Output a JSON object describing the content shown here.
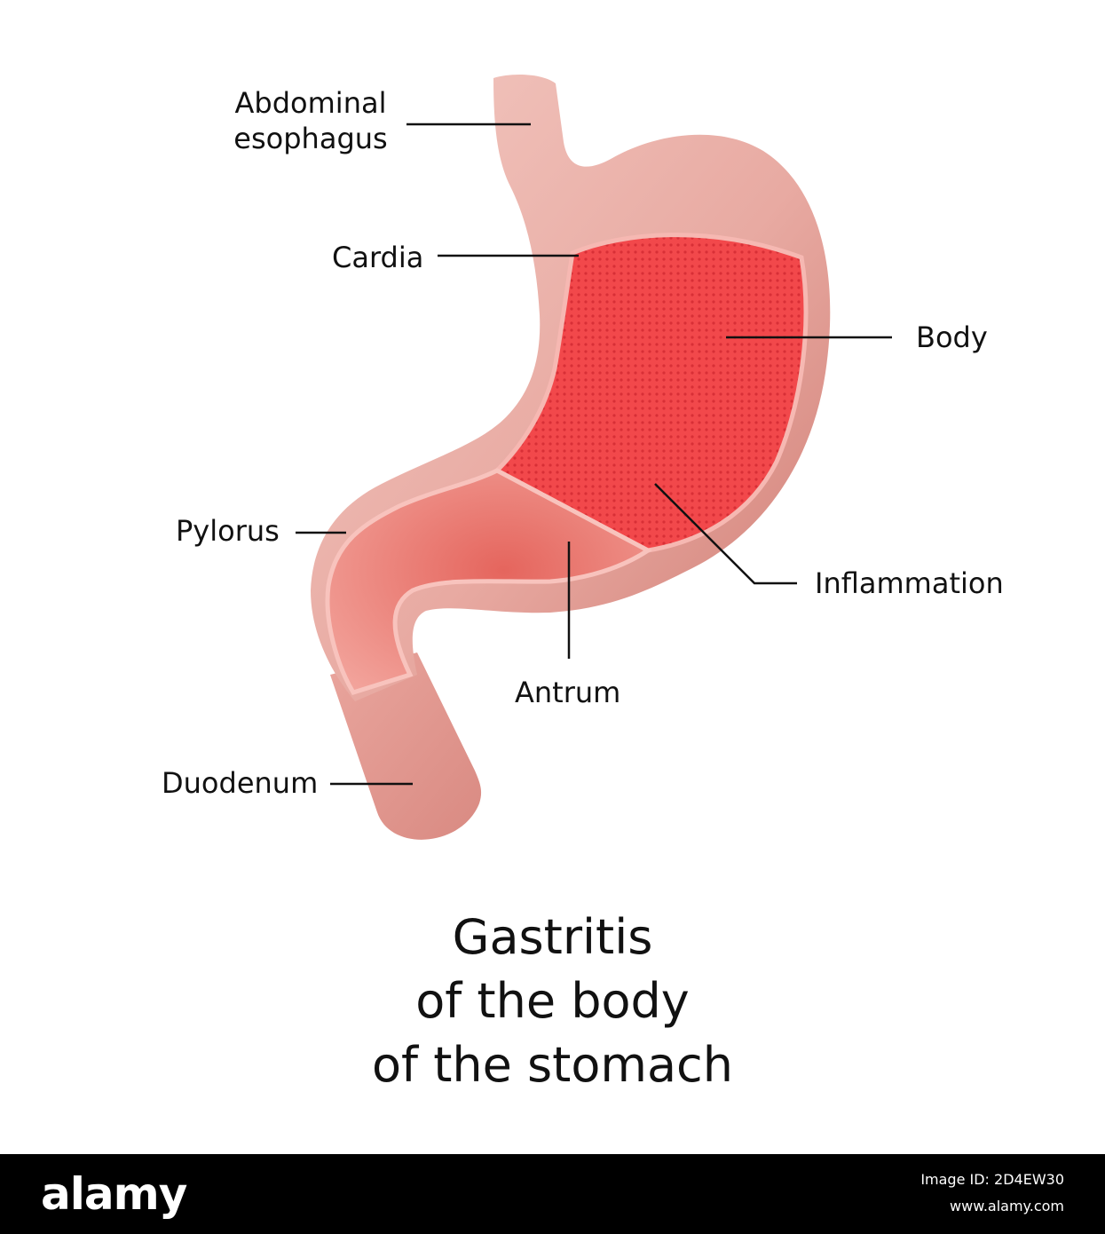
{
  "labels": {
    "abdominal_esophagus": [
      "Abdominal",
      "esophagus"
    ],
    "cardia": "Cardia",
    "body": "Body",
    "pylorus": "Pylorus",
    "inflammation": "Inflammation",
    "antrum": "Antrum",
    "duodenum": "Duodenum"
  },
  "title": [
    "Gastritis",
    "of the body",
    "of the stomach"
  ],
  "footer": {
    "logo": "alamy",
    "image_id": "Image ID: 2D4EW30",
    "site": "www.alamy.com"
  },
  "colors": {
    "stomach_wall": "#e9aca4",
    "inflamed_area": "#f2474a",
    "antrum_area": "#ec7a72",
    "label_line": "#111111",
    "footer_bg": "#000000"
  }
}
